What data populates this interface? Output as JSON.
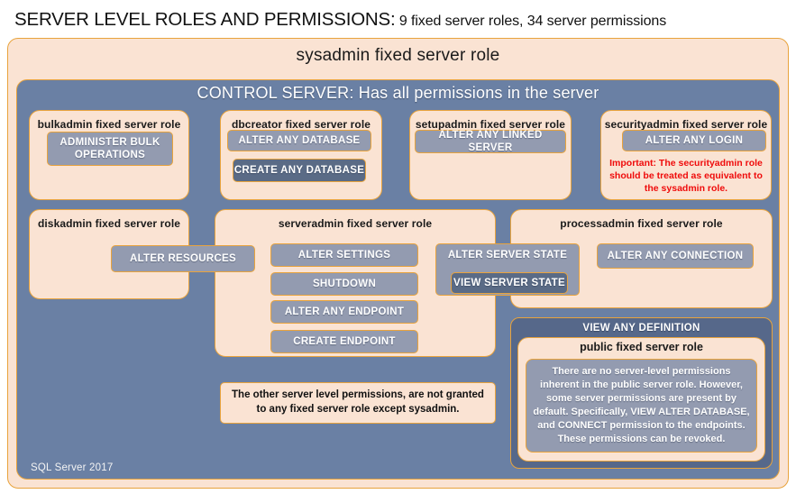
{
  "title": {
    "main": "SERVER LEVEL ROLES AND PERMISSIONS:",
    "sub": " 9 fixed server roles, 34 server permissions"
  },
  "diagram": {
    "sysadmin_label": "sysadmin fixed server role",
    "control_server_label": "CONTROL SERVER: Has all permissions in the server",
    "footer": "SQL Server 2017",
    "roles": {
      "bulkadmin": "bulkadmin fixed server role",
      "dbcreator": "dbcreator fixed server role",
      "setupadmin": "setupadmin fixed server role",
      "securityadmin": "securityadmin fixed server role",
      "diskadmin": "diskadmin fixed server role",
      "serveradmin": "serveradmin fixed server role",
      "processadmin": "processadmin fixed server role",
      "public": "public fixed server role"
    },
    "permissions": {
      "administer_bulk_operations": "ADMINISTER BULK OPERATIONS",
      "alter_any_database": "ALTER ANY DATABASE",
      "create_any_database": "CREATE ANY DATABASE",
      "alter_any_linked_server": "ALTER ANY LINKED SERVER",
      "alter_any_login": "ALTER ANY LOGIN",
      "alter_resources": "ALTER RESOURCES",
      "alter_settings": "ALTER SETTINGS",
      "shutdown": "SHUTDOWN",
      "alter_any_endpoint": "ALTER ANY ENDPOINT",
      "create_endpoint": "CREATE ENDPOINT",
      "alter_server_state": "ALTER SERVER STATE",
      "view_server_state": "VIEW SERVER STATE",
      "alter_any_connection": "ALTER ANY CONNECTION",
      "view_any_definition": "VIEW ANY DEFINITION"
    },
    "notes": {
      "securityadmin_warning": "Important: The securityadmin role should be treated as equivalent to the sysadmin role.",
      "other_permissions": "The other server level permissions, are not granted to any fixed server role except sysadmin.",
      "public_description": "There are no server-level permissions inherent in the public server role. However, some server permissions are present by default. Specifically, VIEW ALTER DATABASE, and CONNECT permission to the endpoints. These permissions can be revoked."
    }
  },
  "colors": {
    "cream": "#fae3d3",
    "gold_border": "#e8a33d",
    "navy_panel": "#6a80a4",
    "permission_fill": "#939bb0",
    "permission_fill_dark": "#5a6b86",
    "warning_red": "#ef0b0b",
    "text_dark": "#1a1a1a"
  }
}
